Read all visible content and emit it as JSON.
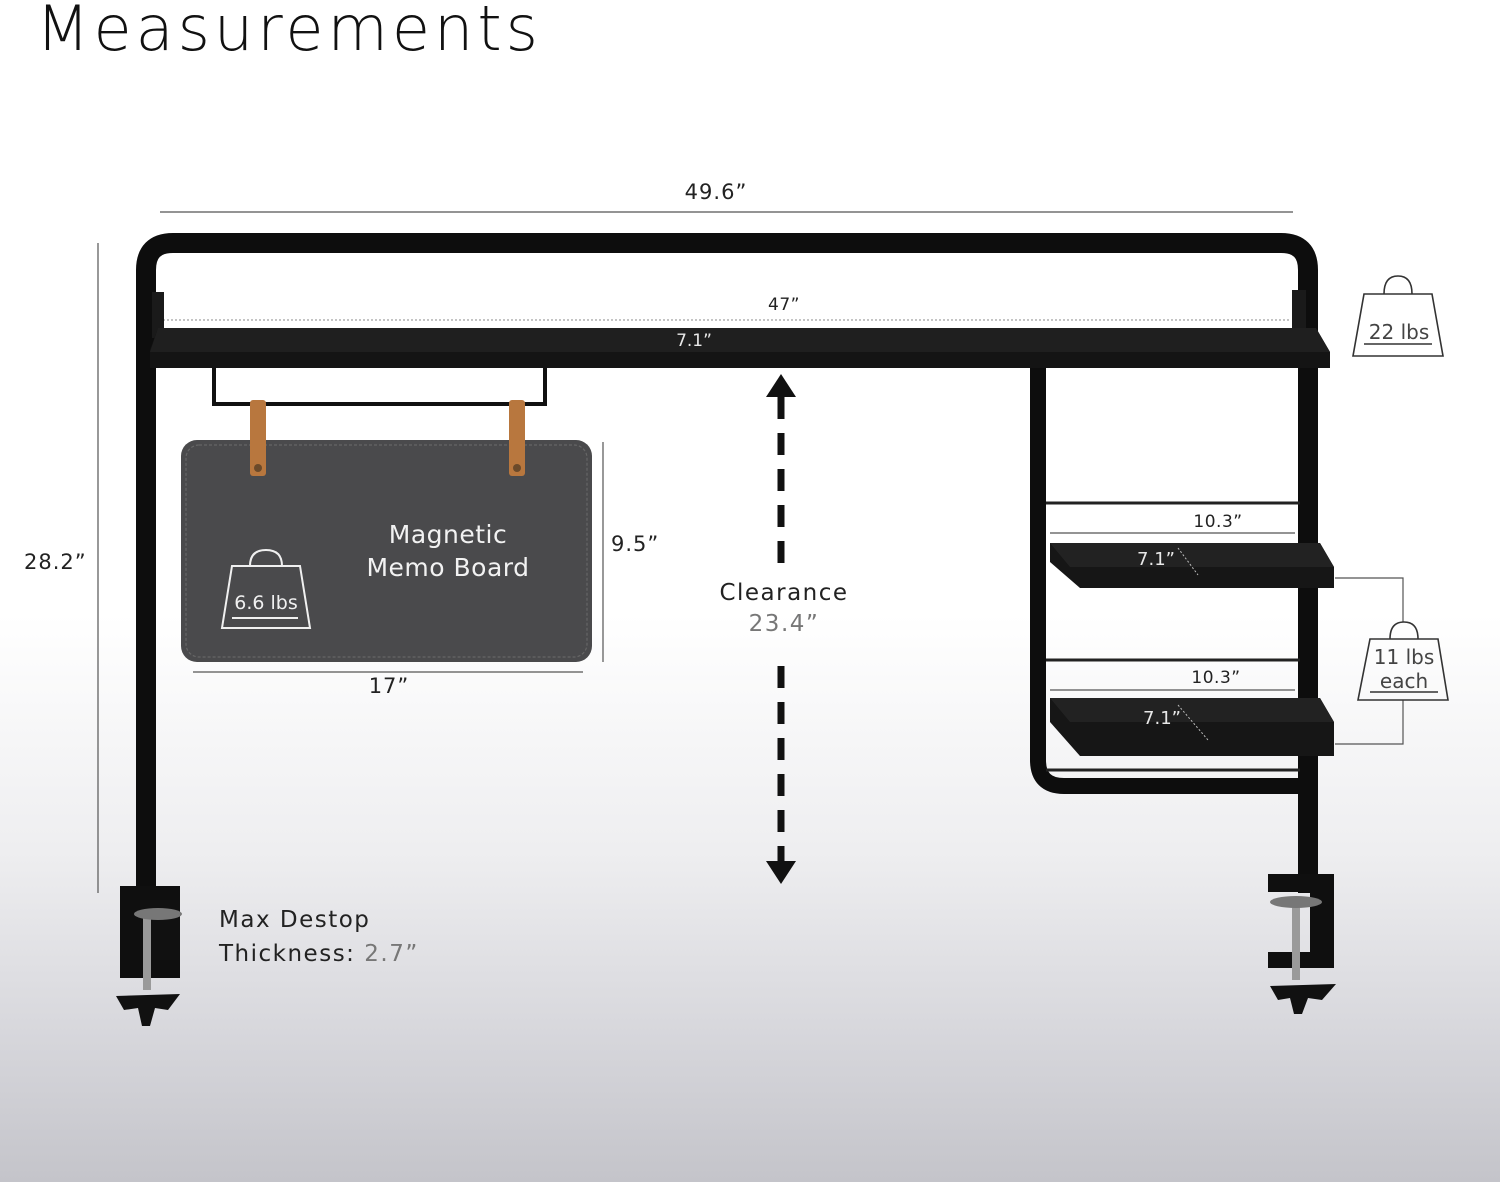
{
  "title": "Measurements",
  "dimensions": {
    "total_width": "49.6”",
    "total_height": "28.2”",
    "top_shelf_width": "47”",
    "top_shelf_depth": "7.1”",
    "memo_width": "17”",
    "memo_height": "9.5”",
    "side_shelf_1_width": "10.3”",
    "side_shelf_1_depth": "7.1”",
    "side_shelf_2_width": "10.3”",
    "side_shelf_2_depth": "7.1”"
  },
  "memo_board": {
    "line1": "Magnetic",
    "line2": "Memo Board",
    "weight": "6.6 lbs"
  },
  "clearance": {
    "label": "Clearance",
    "value": "23.4”"
  },
  "top_shelf_weight": "22 lbs",
  "side_shelf_weight": {
    "value": "11 lbs",
    "each": "each"
  },
  "desktop_thickness": {
    "line1": "Max Destop",
    "label": "Thickness:",
    "value": "2.7”"
  },
  "colors": {
    "frame": "#0d0d0d",
    "felt": "#4a4a4c",
    "strap": "#b8773e",
    "dim_line": "#555555"
  }
}
